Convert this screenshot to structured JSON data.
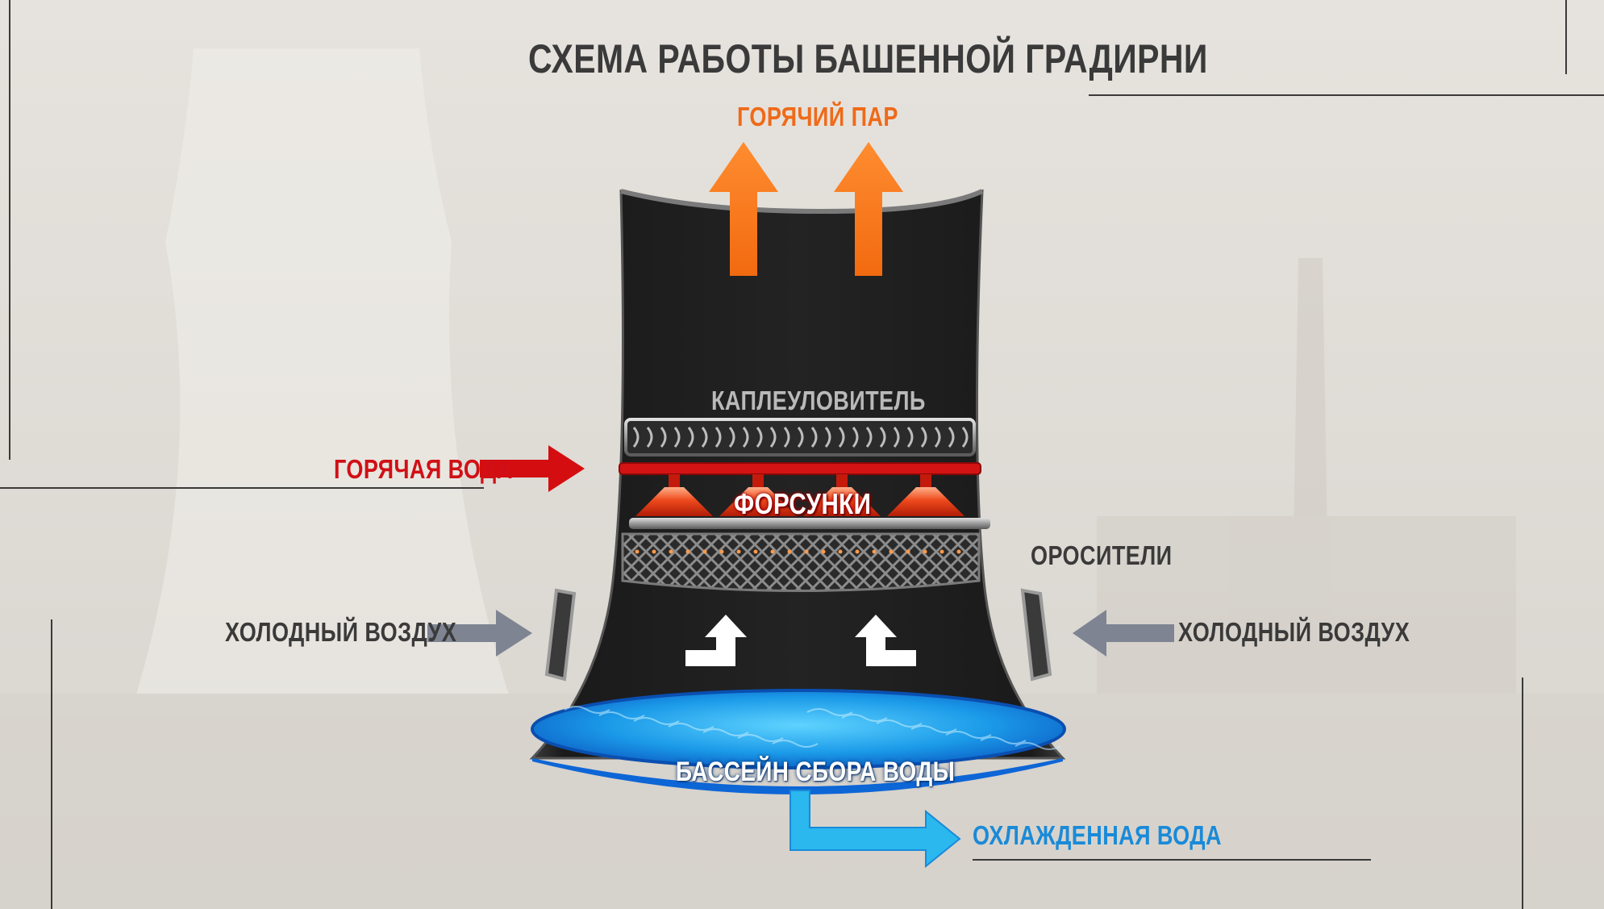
{
  "title": "СХЕМА РАБОТЫ БАШЕННОЙ ГРАДИРНИ",
  "labels": {
    "hot_steam": "ГОРЯЧИЙ ПАР",
    "drift_eliminator": "КАПЛЕУЛОВИТЕЛЬ",
    "hot_water": "ГОРЯЧАЯ ВОДА",
    "nozzles": "ФОРСУНКИ",
    "sprinklers": "ОРОСИТЕЛИ",
    "cold_air_left": "ХОЛОДНЫЙ ВОЗДУХ",
    "cold_air_right": "ХОЛОДНЫЙ ВОЗДУХ",
    "basin": "БАССЕЙН СБОРА ВОДЫ",
    "cooled_water": "ОХЛАЖДЕННАЯ ВОДА"
  },
  "colors": {
    "background": "#e4e1dc",
    "tower": "#1e1e1e",
    "steam_arrow": "#f07018",
    "hot_water_arrow": "#d40e10",
    "air_arrow": "#7e8492",
    "nozzle": "#e23a12",
    "water": "#1ea6ee",
    "cooled_arrow": "#2ab8ef"
  },
  "icons": [
    "steam-arrow-icon",
    "hot-water-arrow-icon",
    "cold-air-arrow-icon",
    "air-flow-arrow-icon",
    "cooled-water-arrow-icon"
  ]
}
